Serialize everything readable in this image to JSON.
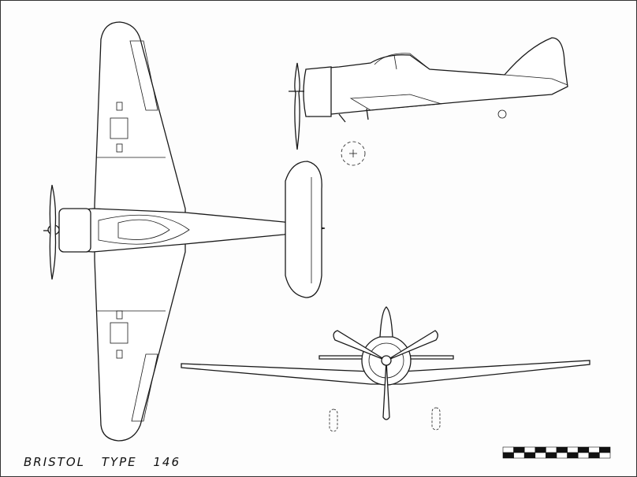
{
  "caption": "BRISTOL TYPE 146",
  "views": [
    "plan-view",
    "side-view",
    "front-view"
  ],
  "scale_bar": {
    "segments": 10
  }
}
